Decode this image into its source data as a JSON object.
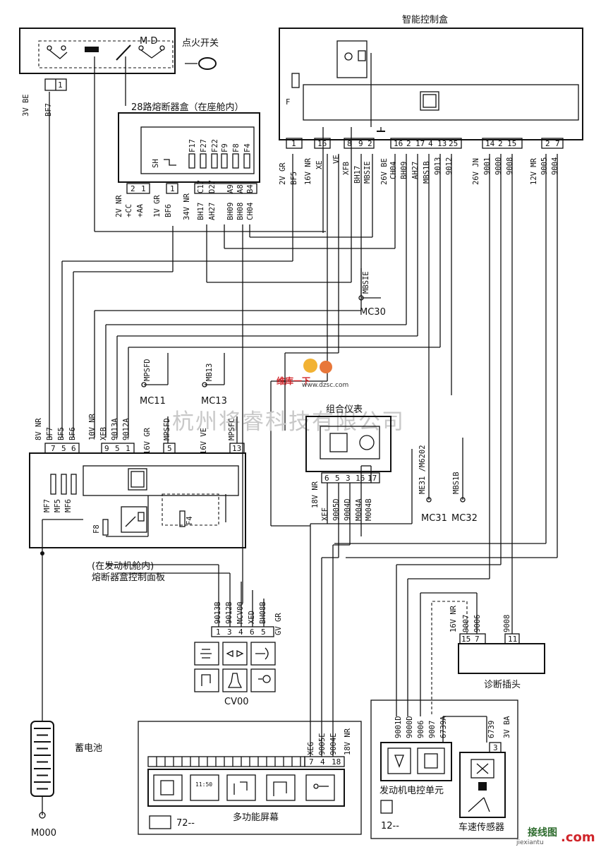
{
  "components": {
    "ignition_switch": "点火开关",
    "ignition_letters": "M D",
    "smart_box": "智能控制盒",
    "smart_fuse": "F",
    "fuse28": "28路熔断器盒（在座舱内）",
    "fuse28_sh": "SH",
    "fuse28_fuses": [
      "F17",
      "F27",
      "F22",
      "F9",
      "F8",
      "F4"
    ],
    "engine_box_l1": "(在发动机舱内)",
    "engine_box_l2": "熔断器盒控制面板",
    "engine_box_fuses": [
      "MF7",
      "MF5",
      "MF6"
    ],
    "engine_box_f8": "F8",
    "engine_box_f4": "F4",
    "cluster": "组合仪表",
    "diag_plug": "诊断插头",
    "battery": "蓄电池",
    "ground_main": "M000",
    "cv00": "CV00",
    "multi_screen": "多功能屏幕",
    "screen_code": "72--",
    "screen_clock": "11:50",
    "ecu": "发动机电控单元",
    "ecu_code": "12--",
    "speed_sensor": "车速传感器",
    "watermark": "杭州将睿科技有限公司",
    "logo_text": "维库一下",
    "logo_url": "www.dzsc.com",
    "corner_logo_cn": "接线图",
    "corner_logo_url": "jiexiantu",
    "corner_logo_dot": ".com"
  },
  "ground_points": {
    "mc30": "MC30",
    "mc30_wire": "MBSIE",
    "mc11": "MC11",
    "mc11_wire": "MPSFD",
    "mc13": "MC13",
    "mc13_wire": "MB13",
    "mc31": "MC31",
    "mc31_wire": "ME31 /M6202",
    "mc32": "MC32",
    "mc32_wire": "MBS1B"
  },
  "connectors": {
    "ign_pin": "1",
    "ign_side": "3V BE",
    "ign_wire": "BF7",
    "smart_pins": [
      "1",
      "16",
      "8",
      "9",
      "2",
      "16",
      "2",
      "17",
      "4",
      "13",
      "25",
      "14",
      "2",
      "15",
      "2",
      "7"
    ],
    "smart_head_left": "2V GR",
    "smart_wire_1": "BF5",
    "smart_head_2": "16V NR",
    "smart_wire_16": "XE",
    "smart_head_3": "VE",
    "smart_wire_8": "XFB",
    "smart_wire_9": "BH17",
    "smart_wire_2": "MBSIE",
    "smart_head_4": "26V BE",
    "smart_wires_mid": [
      "CH04",
      "BH09",
      "AH27",
      "MBS1B",
      "9013",
      "9012"
    ],
    "smart_head_5": "26V JN",
    "smart_wires_r1": [
      "9001",
      "9000",
      "9008"
    ],
    "smart_head_6": "12V MR",
    "smart_wires_r2": [
      "9005",
      "9004"
    ],
    "f28_pins_l": [
      "2",
      "1"
    ],
    "f28_head_l": "2V NR",
    "f28_wires_l": [
      "+CC",
      "+AA"
    ],
    "f28_pin_1": "1",
    "f28_head_1": "1V GR",
    "f28_wire_1": "BF6",
    "f28_pins_r": [
      "C17",
      "D27",
      "A9",
      "A8",
      "B4"
    ],
    "f28_head_r": "34V NR",
    "f28_wires_r": [
      "BH17",
      "AH27",
      "BH09",
      "BH08",
      "CH04"
    ],
    "eng_head_l": "8V NR",
    "eng_pins_l": [
      "7",
      "5",
      "6"
    ],
    "eng_wires_l": [
      "BF7",
      "BF5",
      "BF6"
    ],
    "eng_head_m": "10V NR",
    "eng_pins_m": [
      "9",
      "5",
      "1"
    ],
    "eng_wires_m": [
      "XEB",
      "9013A",
      "9012A"
    ],
    "eng_head_g": "16V GR",
    "eng_pin_g": "5",
    "eng_wire_g": "MPSFD",
    "eng_head_v": "16V VE",
    "eng_pin_v": "13",
    "eng_wire_v": "MPSFC",
    "cl_head": "18V NR",
    "cl_pins": [
      "6",
      "5",
      "3",
      "16",
      "17"
    ],
    "cl_wires": [
      "XEF",
      "9005D",
      "9004D",
      "M004A",
      "M004B"
    ],
    "cv_pins": [
      "1",
      "3",
      "4",
      "6",
      "5"
    ],
    "cv_wires": [
      "9013B",
      "9012B",
      "MCV00",
      "XED",
      "BH08B"
    ],
    "cv_color": "GV GR",
    "dg_head": "16V NR",
    "dg_pins": [
      "15",
      "7",
      "11"
    ],
    "dg_wires": [
      "9007",
      "9006",
      "9008"
    ],
    "ms_pins": [
      "7",
      "4",
      "18"
    ],
    "ms_wires": [
      "XEG",
      "9005E",
      "9004E"
    ],
    "ms_head": "18V NR",
    "ecu_wires": [
      "9001D",
      "9000D",
      "9006",
      "9007",
      "6739A"
    ],
    "vs_wire": "6739",
    "vs_head": "3V BA",
    "vs_pin": "3"
  }
}
